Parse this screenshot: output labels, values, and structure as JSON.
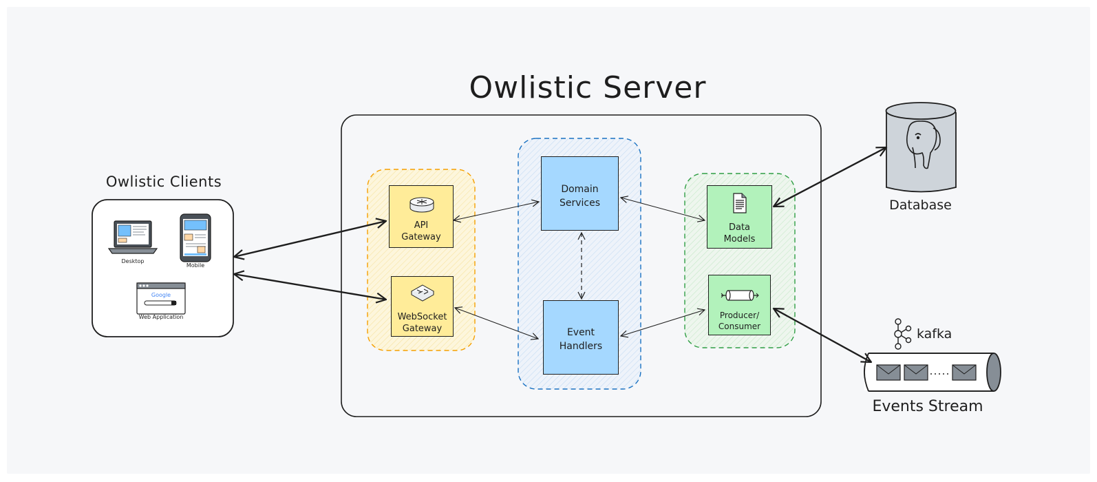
{
  "title": "Owlistic Server",
  "clients": {
    "heading": "Owlistic Clients",
    "desktop": "Desktop",
    "mobile": "Mobile",
    "web": "Web Application",
    "google": "Google"
  },
  "gateways": {
    "api": "API\nGateway",
    "websocket": "WebSocket\nGateway"
  },
  "services": {
    "domain": "Domain\nServices",
    "events": "Event\nHandlers"
  },
  "data": {
    "models": "Data\nModels",
    "producer": "Producer/\nConsumer"
  },
  "database": {
    "label": "Database"
  },
  "stream": {
    "label": "Events Stream",
    "kafka": "kafka"
  },
  "colors": {
    "background": "#f6f7f9",
    "gateway_group": "#f59f00",
    "gateway_fill": "#ffec99",
    "services_group": "#1971c2",
    "services_fill": "#a5d8ff",
    "data_group": "#2f9e44",
    "data_fill": "#b2f2bb",
    "database_fill": "#ced4da"
  }
}
